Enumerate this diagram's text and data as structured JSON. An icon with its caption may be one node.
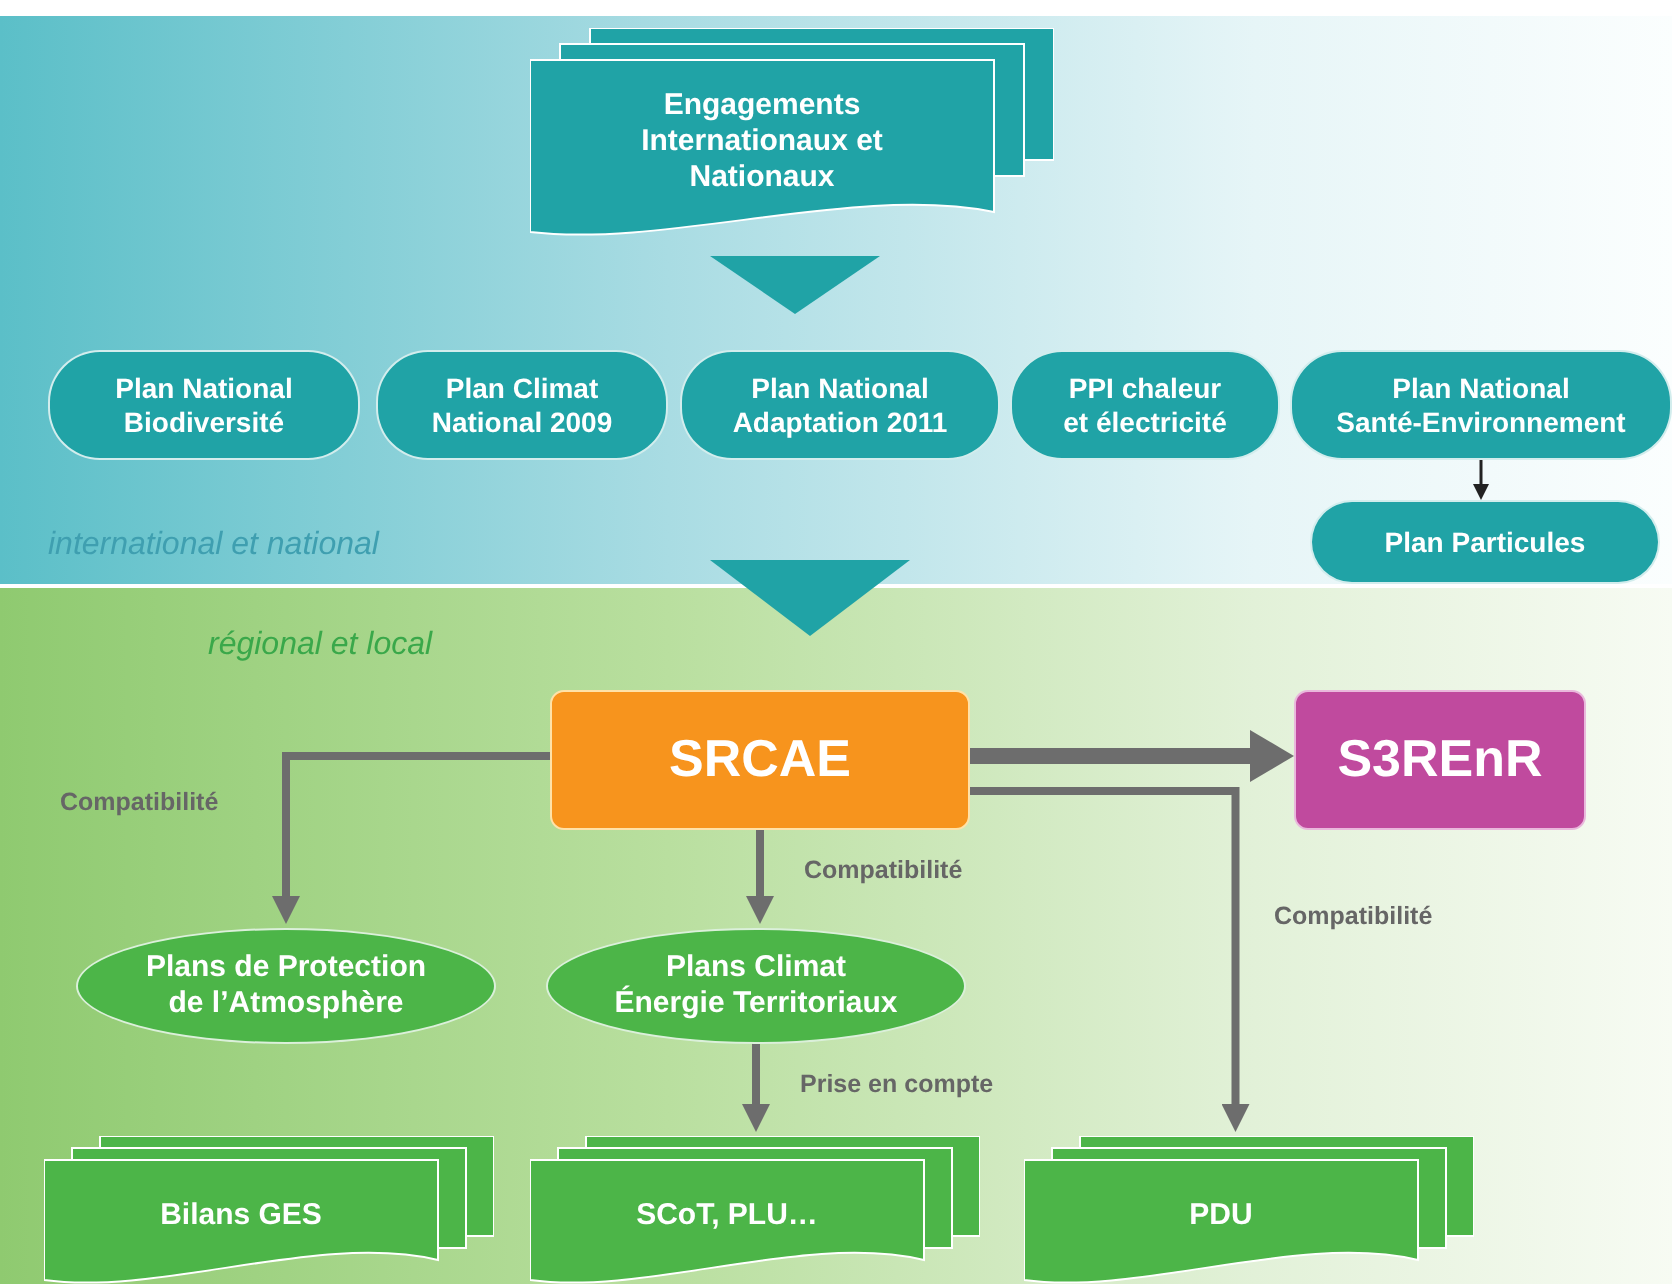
{
  "diagram": {
    "nodes": [
      {
        "text": [
          "international et national"
        ]
      },
      {
        "text": [
          "Engagements Internationaux et Nationaux"
        ],
        "in": 0
      },
      {
        "text": [],
        "shape": "triangle",
        "in": 0
      },
      {
        "text": [
          "Plan National Biodiversité"
        ],
        "in": 0
      },
      {
        "text": [
          "Plan Climat National 2009"
        ],
        "in": 0
      },
      {
        "text": [
          "Plan National Adaptation 2011"
        ],
        "in": 0
      },
      {
        "text": [
          "PPI chaleur et électricité"
        ],
        "in": 0
      },
      {
        "text": [
          "Plan National Santé-Environnement"
        ],
        "in": 0
      },
      {
        "text": [
          "Plan Particules"
        ],
        "in": 0
      },
      {
        "text": [],
        "shape": "triangle"
      },
      {
        "text": [
          "régional et local"
        ]
      },
      {
        "text": [
          "SRCAE"
        ],
        "in": 10
      },
      {
        "text": [
          "S3REnR"
        ],
        "in": 10
      },
      {
        "text": [
          "Plans de Protection de l’Atmosphère"
        ],
        "in": 10
      },
      {
        "text": [
          "Plans Climat Énergie Territoriaux"
        ],
        "in": 10
      },
      {
        "text": [
          "Bilans GES"
        ],
        "in": 10
      },
      {
        "text": [
          "SCoT, PLU…"
        ],
        "in": 10
      },
      {
        "text": [
          "PDU"
        ],
        "in": 10
      }
    ],
    "edges": [
      {
        "from": 7,
        "to": 8,
        "arrow": "to",
        "color": "#222222"
      },
      {
        "from": 11,
        "to": 12,
        "arrow": "to",
        "style": "thick"
      },
      {
        "from": 11,
        "to": 13,
        "arrow": "to",
        "label": "Compatibilité"
      },
      {
        "from": 11,
        "to": 14,
        "arrow": "to",
        "label": "Compatibilité"
      },
      {
        "from": 14,
        "to": 16,
        "arrow": "to",
        "label": "Prise en compte"
      },
      {
        "from": 11,
        "to": 17,
        "arrow": "to",
        "label": "Compatibilité"
      }
    ]
  }
}
